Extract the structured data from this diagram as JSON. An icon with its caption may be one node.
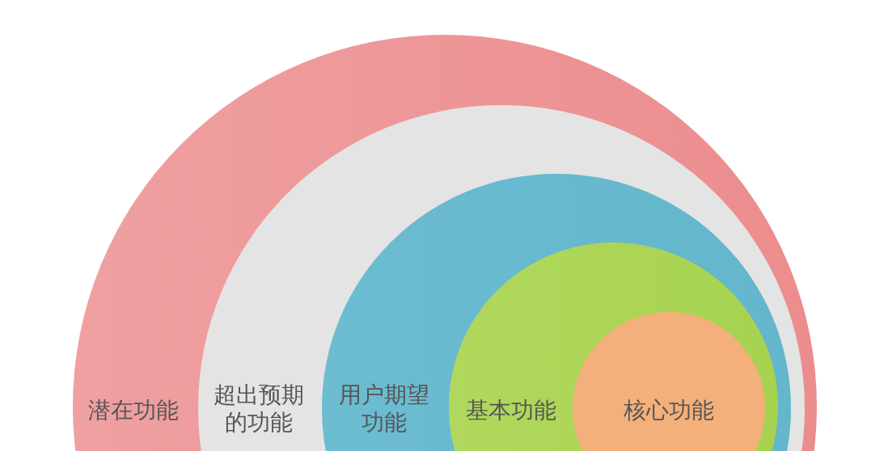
{
  "diagram": {
    "nodes": [
      {
        "text": [
          "潜在功能"
        ]
      },
      {
        "text": [
          "超出预期的功能"
        ],
        "in": 0
      },
      {
        "text": [
          "用户期望功能"
        ],
        "in": 1
      },
      {
        "text": [
          "基本功能"
        ],
        "in": 2
      },
      {
        "text": [
          "核心功能"
        ],
        "in": 3
      }
    ]
  }
}
